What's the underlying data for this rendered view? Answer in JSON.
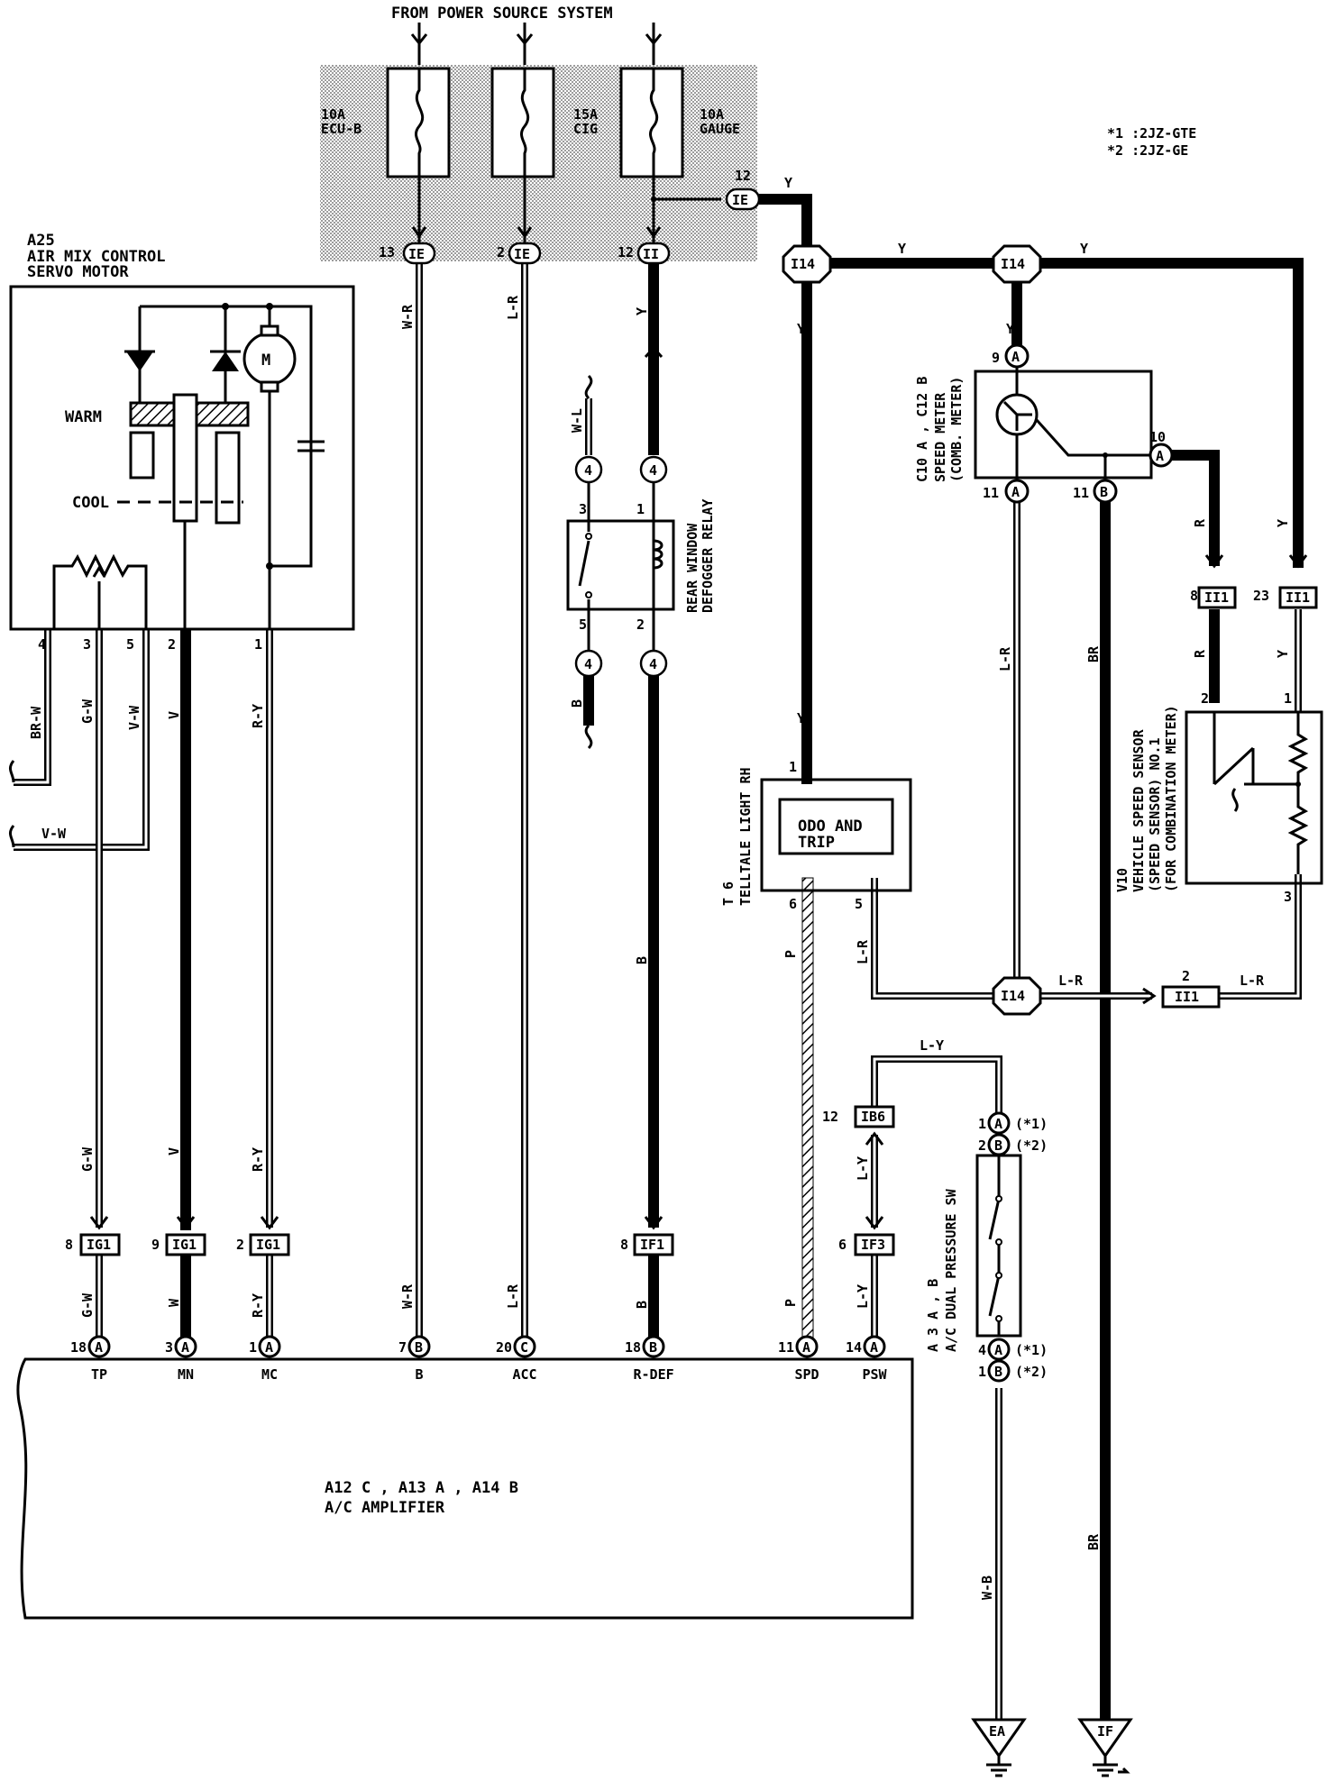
{
  "header": "FROM POWER SOURCE SYSTEM",
  "notes": [
    "*1 :2JZ-GTE",
    "*2 :2JZ-GE"
  ],
  "fuses": [
    {
      "rating": "10A",
      "name": "ECU-B"
    },
    {
      "rating": "15A",
      "name": "CIG"
    },
    {
      "rating": "10A",
      "name": "GAUGE"
    }
  ],
  "connectors": {
    "ie13": {
      "pin": "13",
      "label": "IE"
    },
    "ie2": {
      "pin": "2",
      "label": "IE"
    },
    "ii12": {
      "pin": "12",
      "label": "II"
    },
    "ie12": {
      "pin": "12",
      "label": "IE"
    }
  },
  "junction_label": "I14",
  "wire_labels": [
    "Y",
    "Y",
    "Y",
    "Y",
    "Y",
    "Y",
    "R",
    "Y",
    "R",
    "Y",
    "L-R",
    "BR",
    "BR",
    "L-R",
    "L-R",
    "L-R",
    "P",
    "P",
    "L-Y",
    "L-Y",
    "L-Y",
    "W-B",
    "W-R",
    "L-R",
    "Y",
    "W-L",
    "B",
    "B",
    "B",
    "W-R",
    "L-R",
    "BR-W",
    "V-W",
    "G-W",
    "V-W",
    "V",
    "R-Y",
    "G-W",
    "V",
    "R-Y",
    "G-W",
    "W",
    "R-Y"
  ],
  "servo": {
    "id": "A25",
    "line1": "AIR MIX CONTROL",
    "line2": "SERVO MOTOR",
    "motor_symbol": "M",
    "warm": "WARM",
    "cool": "COOL",
    "pins": [
      "4",
      "3",
      "5",
      "2",
      "1"
    ]
  },
  "relay": {
    "pin4": "4",
    "pin3": "3",
    "pin1": "1",
    "pin5": "5",
    "pin2": "2",
    "line1": "REAR WINDOW",
    "line2": "DEFOGGER RELAY"
  },
  "speed_meter": {
    "conn_a": "A",
    "conn_b": "B",
    "pin9": "9",
    "pin10": "10",
    "pin11": "11",
    "ids": "C10 A , C12 B",
    "name": "SPEED METER",
    "sub": "(COMB. METER)"
  },
  "ii1": {
    "label": "II1",
    "pin8": "8",
    "pin23": "23",
    "pin2": "2"
  },
  "sensor": {
    "pin1": "1",
    "pin2": "2",
    "pin3": "3",
    "id": "V10",
    "line1": "VEHICLE SPEED SENSOR",
    "line2": "(SPEED SENSOR) NO.1",
    "line3": "(FOR COMBINATION METER)"
  },
  "telltale": {
    "text1": "ODO AND",
    "text2": "TRIP",
    "pin1": "1",
    "pin6": "6",
    "pin5": "5",
    "id": "T 6",
    "name": "TELLTALE LIGHT RH"
  },
  "conn_row": [
    {
      "pin": "8",
      "label": "IG1"
    },
    {
      "pin": "9",
      "label": "IG1"
    },
    {
      "pin": "2",
      "label": "IG1"
    },
    {
      "pin": "8",
      "label": "IF1"
    },
    {
      "pin": "6",
      "label": "IF3"
    }
  ],
  "ib6": {
    "pin": "12",
    "label": "IB6"
  },
  "dual_sw": {
    "a": "A",
    "b": "B",
    "pin_top_a": "1",
    "pin_top_b": "2",
    "pin_bot_a": "4",
    "pin_bot_b": "1",
    "note1": "(*1)",
    "note2": "(*2)",
    "id": "A 3 A , B",
    "name": "A/C DUAL PRESSURE SW"
  },
  "amplifier": {
    "ids": "A12 C , A13 A , A14 B",
    "name": "A/C AMPLIFIER",
    "pins": [
      {
        "num": "18",
        "conn": "A",
        "name": "TP"
      },
      {
        "num": "3",
        "conn": "A",
        "name": "MN"
      },
      {
        "num": "1",
        "conn": "A",
        "name": "MC"
      },
      {
        "num": "7",
        "conn": "B",
        "name": "B"
      },
      {
        "num": "20",
        "conn": "C",
        "name": "ACC"
      },
      {
        "num": "18",
        "conn": "B",
        "name": "R-DEF"
      },
      {
        "num": "11",
        "conn": "A",
        "name": "SPD"
      },
      {
        "num": "14",
        "conn": "A",
        "name": "PSW"
      }
    ]
  },
  "grounds": [
    "EA",
    "IF"
  ]
}
